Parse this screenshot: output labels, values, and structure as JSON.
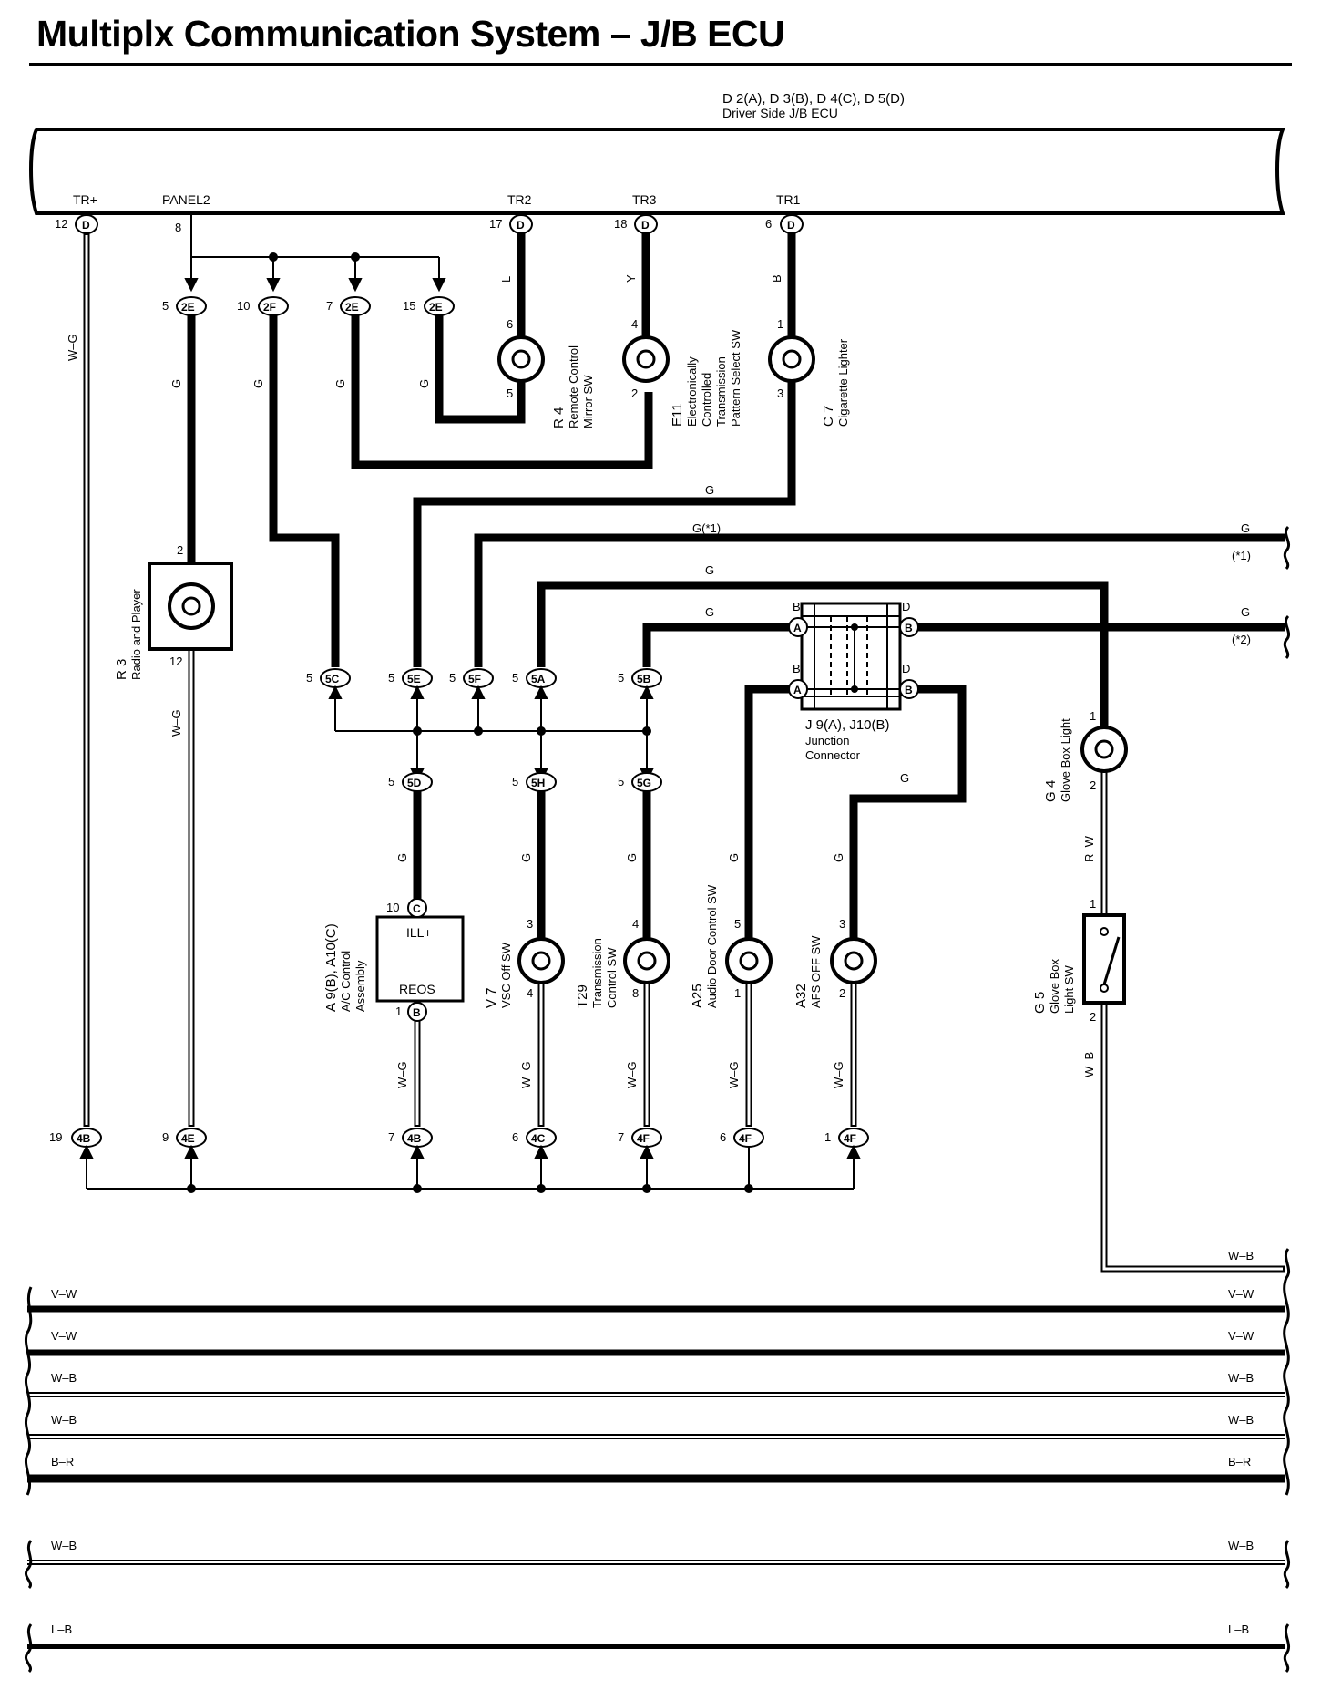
{
  "title": "Multiplx Communication System – J/B ECU",
  "ecu": {
    "ref": "D 2(A), D 3(B), D 4(C), D 5(D)",
    "name": "Driver Side J/B ECU",
    "terminals": {
      "tr_plus": {
        "label": "TR+",
        "pin": "12",
        "conn": "D"
      },
      "panel2": {
        "label": "PANEL2",
        "pin": "8"
      },
      "tr2": {
        "label": "TR2",
        "pin": "17",
        "conn": "D"
      },
      "tr3": {
        "label": "TR3",
        "pin": "18",
        "conn": "D"
      },
      "tr1": {
        "label": "TR1",
        "pin": "6",
        "conn": "D"
      }
    }
  },
  "connectors_top": [
    {
      "pin": "5",
      "id": "2E"
    },
    {
      "pin": "10",
      "id": "2F"
    },
    {
      "pin": "7",
      "id": "2E"
    },
    {
      "pin": "15",
      "id": "2E"
    }
  ],
  "connectors_mid": [
    {
      "pin": "5",
      "id": "5C"
    },
    {
      "pin": "5",
      "id": "5E"
    },
    {
      "pin": "5",
      "id": "5F"
    },
    {
      "pin": "5",
      "id": "5A"
    },
    {
      "pin": "5",
      "id": "5B"
    }
  ],
  "connectors_low": [
    {
      "pin": "5",
      "id": "5D"
    },
    {
      "pin": "5",
      "id": "5H"
    },
    {
      "pin": "5",
      "id": "5G"
    }
  ],
  "connectors_bottom": [
    {
      "pin": "19",
      "id": "4B"
    },
    {
      "pin": "9",
      "id": "4E"
    },
    {
      "pin": "7",
      "id": "4B"
    },
    {
      "pin": "6",
      "id": "4C"
    },
    {
      "pin": "7",
      "id": "4F"
    },
    {
      "pin": "6",
      "id": "4F"
    },
    {
      "pin": "1",
      "id": "4F"
    }
  ],
  "components": {
    "r4": {
      "ref": "R 4",
      "name1": "Remote Control",
      "name2": "Mirror SW",
      "pin_top": "6",
      "pin_bot": "5"
    },
    "e11": {
      "ref": "E11",
      "name1": "Electronically",
      "name2": "Controlled",
      "name3": "Transmission",
      "name4": "Pattern Select SW",
      "pin_top": "4",
      "pin_bot": "2"
    },
    "c7": {
      "ref": "C 7",
      "name1": "Cigarette Lighter",
      "pin_top": "1",
      "pin_bot": "3"
    },
    "r3": {
      "ref": "R 3",
      "name1": "Radio and Player",
      "pin_top": "2",
      "pin_bot": "12"
    },
    "a9": {
      "ref": "A 9(B), A10(C)",
      "name1": "A/C Control",
      "name2": "Assembly",
      "pin_top": "10",
      "conn_top": "C",
      "pin_bot": "1",
      "conn_bot": "B",
      "label_top": "ILL+",
      "label_bot": "REOS"
    },
    "v7": {
      "ref": "V 7",
      "name1": "VSC Off SW",
      "pin_top": "3",
      "pin_bot": "4"
    },
    "t29": {
      "ref": "T29",
      "name1": "Transmission",
      "name2": "Control SW",
      "pin_top": "4",
      "pin_bot": "8"
    },
    "a25": {
      "ref": "A25",
      "name1": "Audio Door Control SW",
      "pin_top": "5",
      "pin_bot": "1"
    },
    "a32": {
      "ref": "A32",
      "name1": "AFS OFF SW",
      "pin_top": "3",
      "pin_bot": "2"
    },
    "g4": {
      "ref": "G 4",
      "name1": "Glove Box Light",
      "pin_top": "1",
      "pin_bot": "2"
    },
    "g5": {
      "ref": "G 5",
      "name1": "Glove Box",
      "name2": "Light SW",
      "pin_top": "1",
      "pin_bot": "2"
    },
    "j9": {
      "ref": "J 9(A), J10(B)",
      "name1": "Junction",
      "name2": "Connector",
      "a_label": "A",
      "b_label": "B",
      "top_left": "B",
      "top_right": "D",
      "bot_left": "B",
      "bot_right": "D"
    }
  },
  "wire_labels": {
    "wg": "W–G",
    "g": "G",
    "l": "L",
    "y": "Y",
    "b": "B",
    "rw": "R–W",
    "wb": "W–B",
    "g_star1": "G(*1)",
    "star1": "(*1)",
    "star2": "(*2)"
  },
  "bus_wires": [
    {
      "left": "",
      "right": "W–B"
    },
    {
      "left": "V–W",
      "right": "V–W"
    },
    {
      "left": "V–W",
      "right": "V–W"
    },
    {
      "left": "W–B",
      "right": "W–B"
    },
    {
      "left": "W–B",
      "right": "W–B"
    },
    {
      "left": "B–R",
      "right": "B–R"
    },
    {
      "left": "W–B",
      "right": "W–B"
    },
    {
      "left": "L–B",
      "right": "L–B"
    }
  ]
}
